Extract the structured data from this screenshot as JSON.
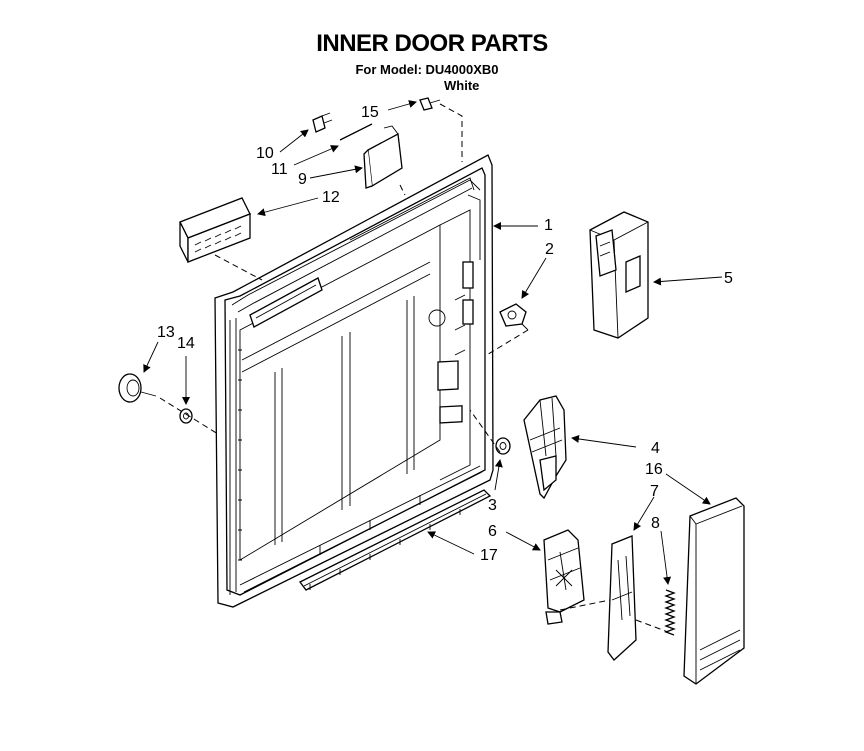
{
  "header": {
    "title": "INNER DOOR PARTS",
    "subtitle": "For Model: DU4000XB0",
    "color": "White"
  },
  "callouts": [
    "1",
    "2",
    "3",
    "4",
    "5",
    "6",
    "7",
    "8",
    "9",
    "10",
    "11",
    "12",
    "13",
    "14",
    "15",
    "16",
    "17"
  ]
}
